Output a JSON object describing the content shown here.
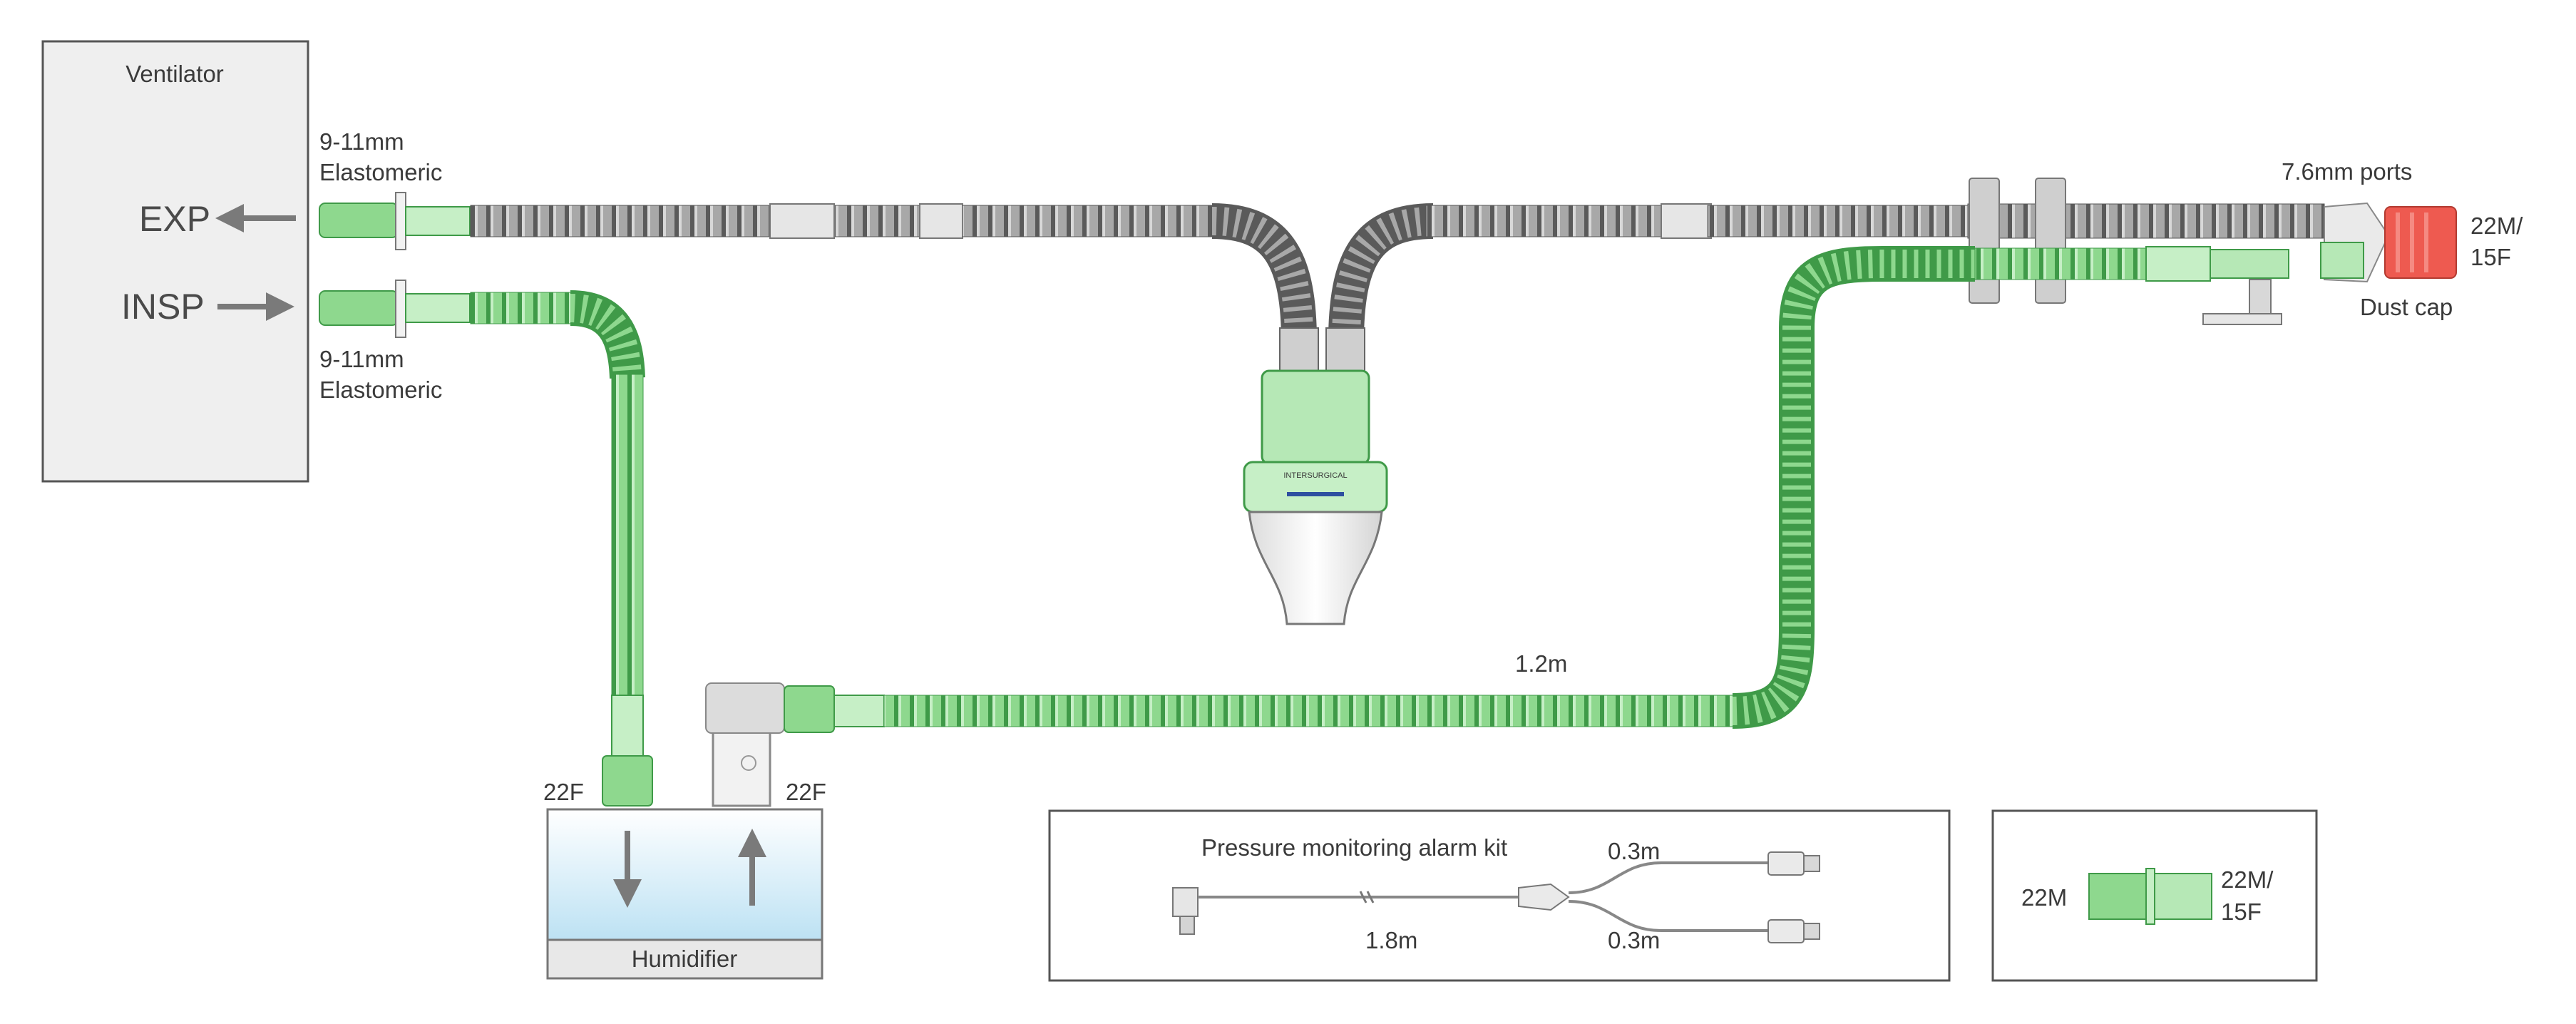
{
  "labels": {
    "ventilator": "Ventilator",
    "exp": "EXP",
    "insp": "INSP",
    "exp_size_1": "9-11mm",
    "exp_size_2": "Elastomeric",
    "insp_size_1": "9-11mm",
    "insp_size_2": "Elastomeric",
    "ports": "7.6mm ports",
    "patient_conn_1": "22M/",
    "patient_conn_2": "15F",
    "dust_cap": "Dust cap",
    "length": "1.2m",
    "humid_left": "22F",
    "humid_right": "22F",
    "humidifier": "Humidifier",
    "filter_brand": "INTERSURGICAL"
  },
  "alarm_kit": {
    "title": "Pressure monitoring alarm kit",
    "main_length": "1.8m",
    "branch_top": "0.3m",
    "branch_bottom": "0.3m"
  },
  "adapter": {
    "left": "22M",
    "right_1": "22M/",
    "right_2": "15F"
  },
  "colors": {
    "green_tube": "#7fd17f",
    "green_dark": "#3f9a48",
    "grey_tube": "#9a9a9a",
    "grey_dark": "#5a5a5a",
    "red_cap": "#ee5a50",
    "panel_bg": "#efefef",
    "water": "#bfe3f4"
  }
}
